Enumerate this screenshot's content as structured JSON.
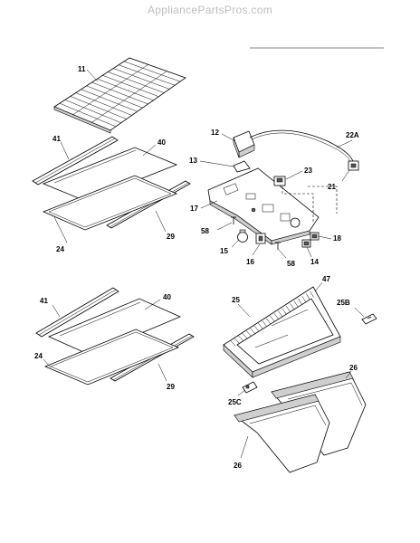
{
  "watermark": "AppliancePartsPros.com",
  "labels": {
    "p11": "11",
    "p12": "12",
    "p13": "13",
    "p22a": "22A",
    "p23": "23",
    "p21": "21",
    "p17": "17",
    "p58a": "58",
    "p58b": "58",
    "p15": "15",
    "p16": "16",
    "p18": "18",
    "p14": "14",
    "top41": "41",
    "top40": "40",
    "top24": "24",
    "top29": "29",
    "bot41": "41",
    "bot40": "40",
    "bot24": "24",
    "bot29": "29",
    "p25": "25",
    "p47": "47",
    "p25b": "25B",
    "p26a": "26",
    "p25c": "25C",
    "p26b": "26"
  }
}
